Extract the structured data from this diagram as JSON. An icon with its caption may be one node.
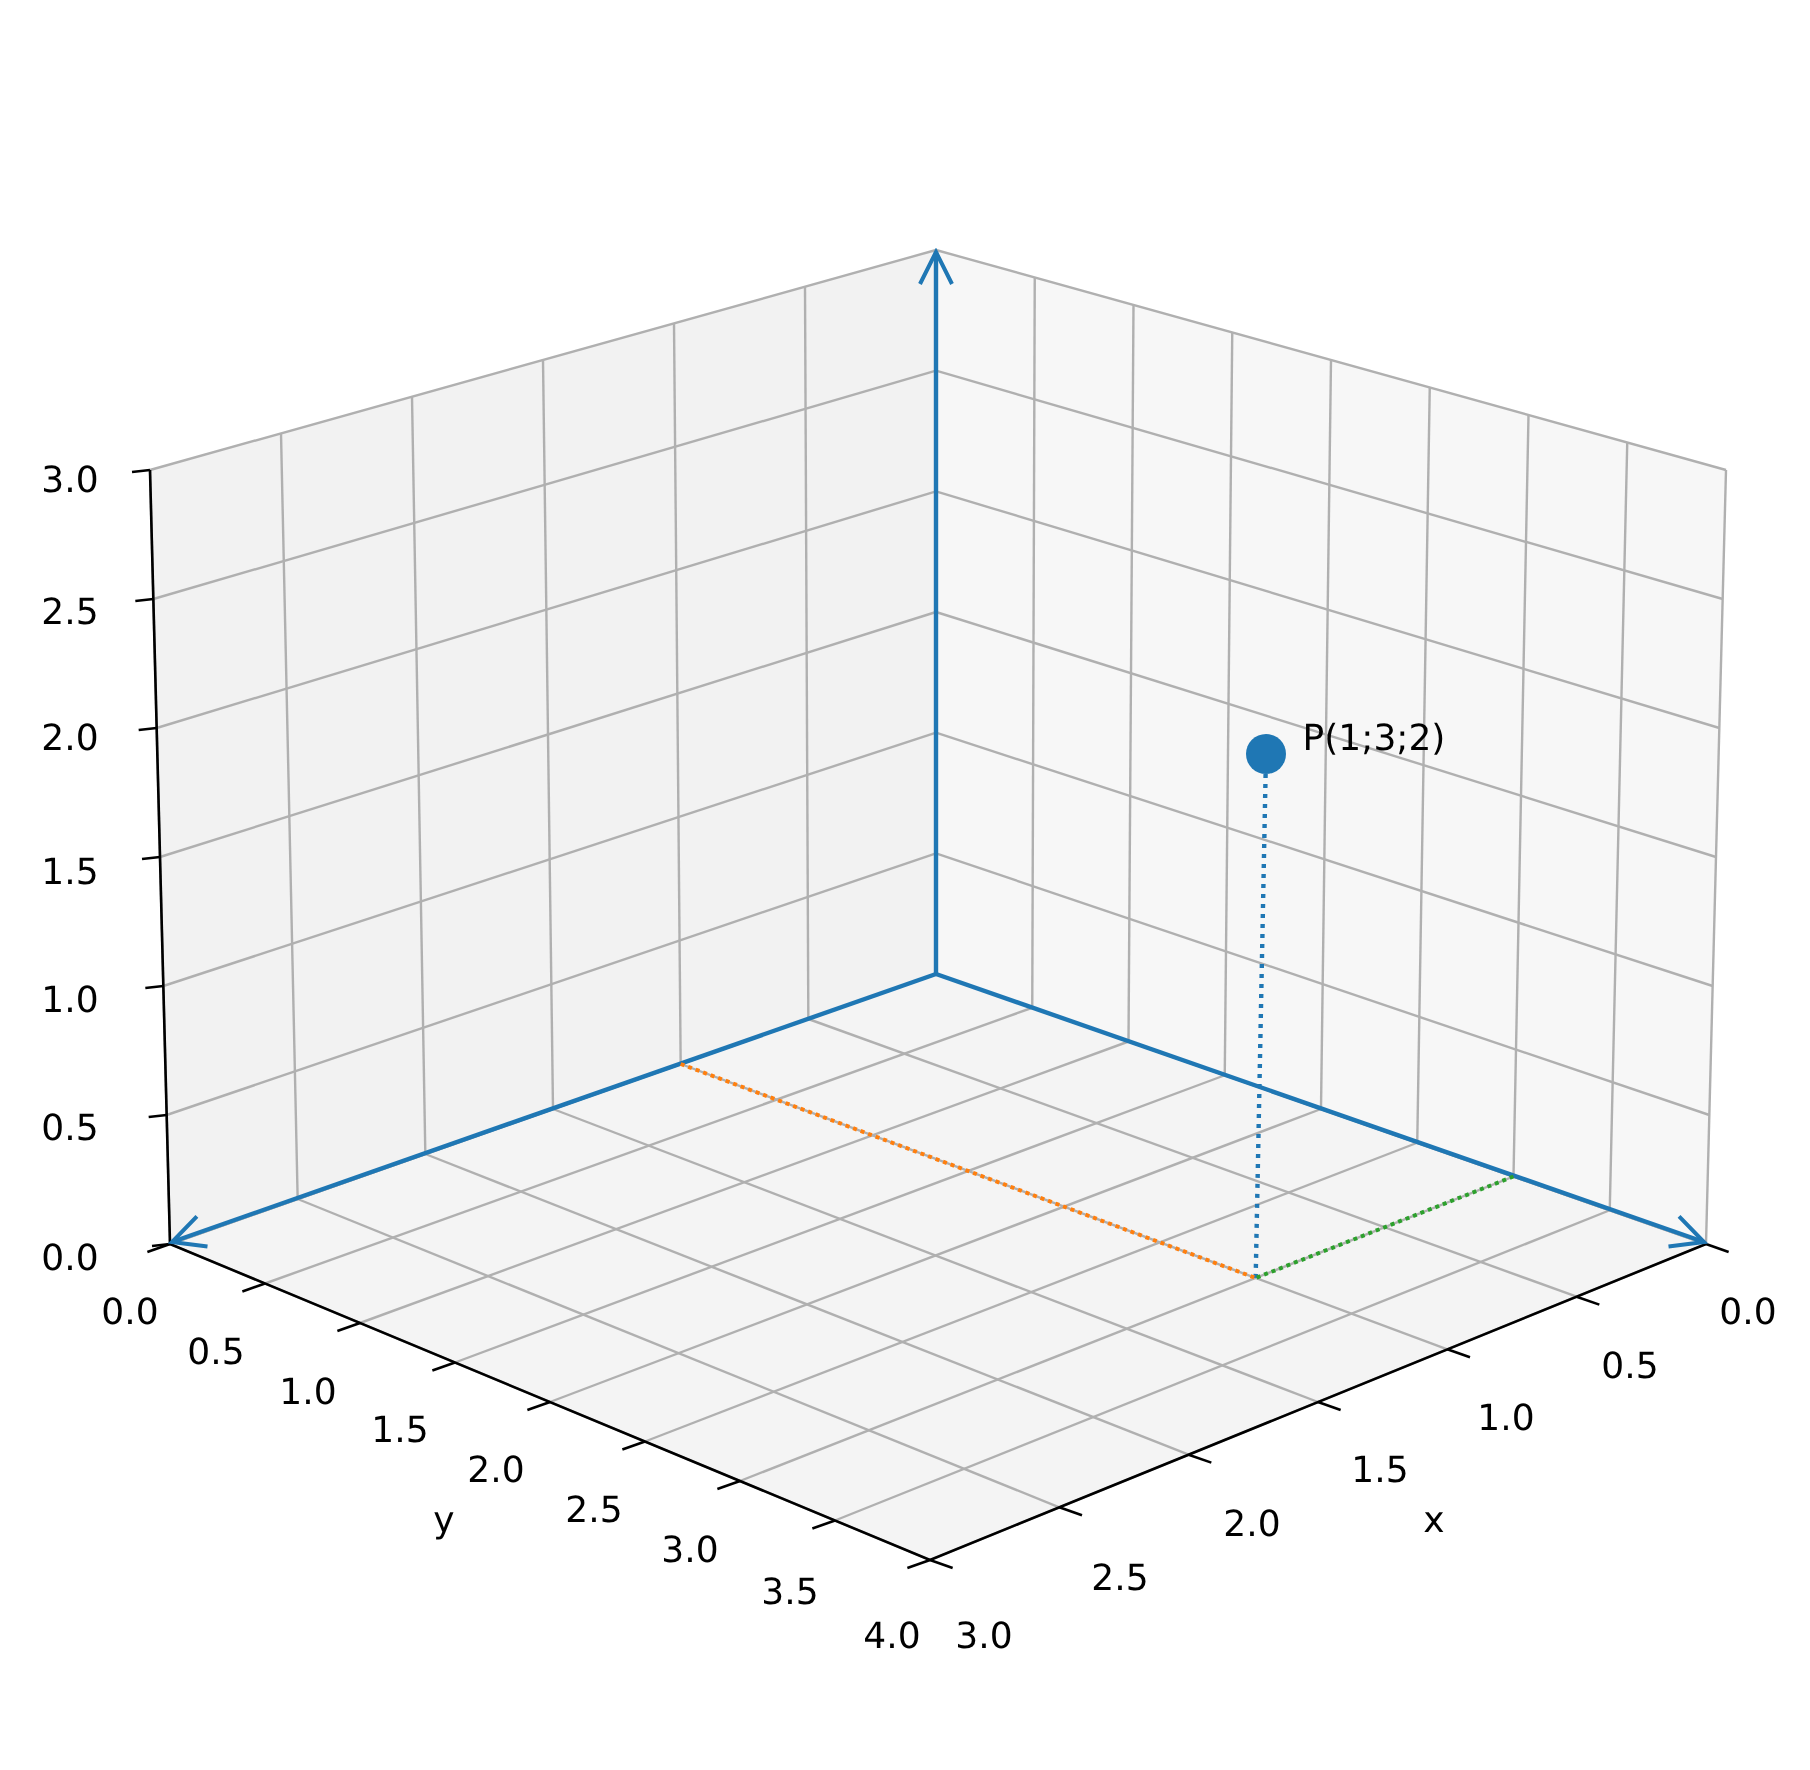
{
  "diagram": {
    "labels": [
      "3.0",
      "2.5",
      "2.0",
      "1.5",
      "1.0",
      "0.5",
      "0.0",
      "0.0",
      "0.5",
      "1.0",
      "1.5",
      "2.0",
      "2.5",
      "3.0",
      "3.5",
      "4.0",
      "y",
      "0.0",
      "0.5",
      "1.0",
      "1.5",
      "2.0",
      "2.5",
      "3.0",
      "x",
      "P(1;3;2)"
    ]
  }
}
